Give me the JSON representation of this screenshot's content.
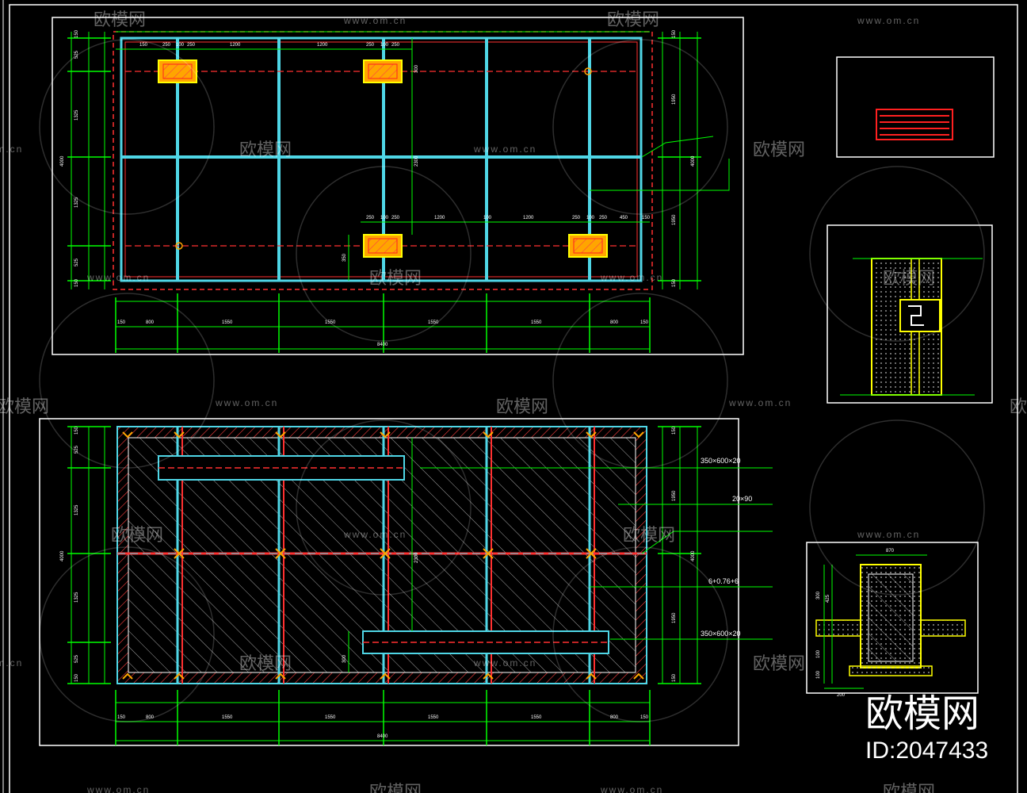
{
  "plan_top": {
    "dims_top": [
      "150",
      "250",
      "100",
      "250",
      "1200",
      "1200",
      "250",
      "100",
      "250"
    ],
    "dims_top_right": "150",
    "dims_bottom": [
      "150",
      "800",
      "1550",
      "1550",
      "1550",
      "1550",
      "800",
      "150"
    ],
    "total_bottom": "8400",
    "dims_left": [
      "150",
      "525",
      "1325",
      "1325",
      "525",
      "150"
    ],
    "total_left": "4000",
    "dims_right": [
      "150",
      "1950",
      "1950",
      "150"
    ],
    "total_right": "4000",
    "dims_mid_row": [
      "250",
      "100",
      "250",
      "1200",
      "100",
      "1200",
      "250",
      "100",
      "250",
      "450",
      "150"
    ],
    "dim_mid_vertical": "2300",
    "dim_box_height": "350",
    "dim_box_width": "300"
  },
  "plan_bottom": {
    "dims_bottom": [
      "150",
      "800",
      "1550",
      "1550",
      "1550",
      "1550",
      "800",
      "150"
    ],
    "total_bottom": "8400",
    "dims_left": [
      "150",
      "525",
      "1325",
      "1325",
      "525",
      "150"
    ],
    "total_left": "4000",
    "dims_right": [
      "150",
      "1950",
      "1950",
      "150"
    ],
    "total_right": "4000",
    "dim_mid_vertical": "2300",
    "dim_box_height": "300",
    "callouts": [
      "350×600×20",
      "20×90",
      "6+0.76+6",
      "350×600×20"
    ]
  },
  "detail_section": {
    "dims": [
      "870",
      "300",
      "425",
      "100",
      "100",
      "200"
    ]
  },
  "watermarks": {
    "brand": "欧模网",
    "url": "www.om.cn"
  },
  "logo": {
    "name": "欧模网",
    "id": "ID:2047433"
  },
  "colors": {
    "background": "#000000",
    "frame": "#ffffff",
    "dimension": "#00ff00",
    "beam": "#4fd6e6",
    "red": "#ff2020",
    "orange": "#ffa500",
    "yellow": "#ffff00"
  }
}
